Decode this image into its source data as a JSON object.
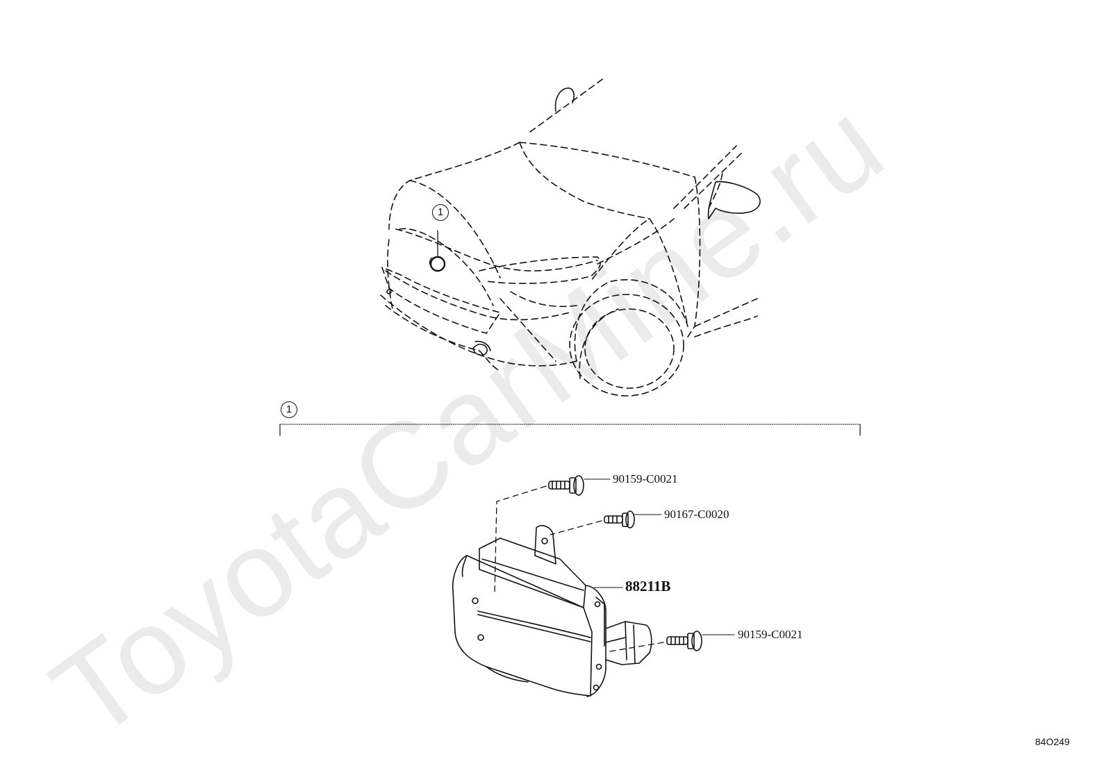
{
  "watermark": "ToyotaCarMine.ru",
  "callout_number": "1",
  "parts": [
    {
      "number": "90159-C0021"
    },
    {
      "number": "90167-C0020"
    },
    {
      "number": "88211B"
    },
    {
      "number": "90159-C0021"
    }
  ],
  "illustration_code": "84O249"
}
